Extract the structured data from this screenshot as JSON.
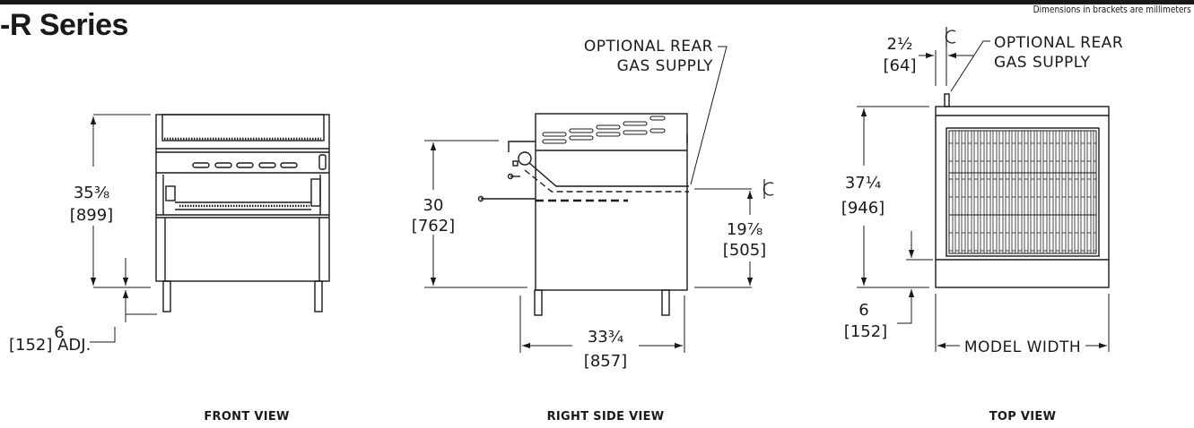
{
  "header": {
    "series_title": "-R Series",
    "dimension_note": "Dimensions in brackets are millimeters",
    "accent_color": "#1a1a1a"
  },
  "views": {
    "front": {
      "label": "FRONT VIEW",
      "height": "35⅜",
      "height_mm": "[899]",
      "leg": "6",
      "leg_mm": "[152] ADJ."
    },
    "side": {
      "label": "RIGHT SIDE VIEW",
      "height": "30",
      "height_mm": "[762]",
      "gas_label_1": "OPTIONAL REAR",
      "gas_label_2": "GAS SUPPLY",
      "gas_height": "19⅞",
      "gas_height_mm": "[505]",
      "depth": "33¾",
      "depth_mm": "[857]",
      "centerline_icon": "centerline-symbol"
    },
    "top": {
      "label": "TOP VIEW",
      "offset": "2½",
      "offset_mm": "[64]",
      "gas_label_1": "OPTIONAL REAR",
      "gas_label_2": "GAS SUPPLY",
      "depth": "37¼",
      "depth_mm": "[946]",
      "front": "6",
      "front_mm": "[152]",
      "width_label": "MODEL WIDTH",
      "centerline_icon": "centerline-symbol"
    }
  }
}
